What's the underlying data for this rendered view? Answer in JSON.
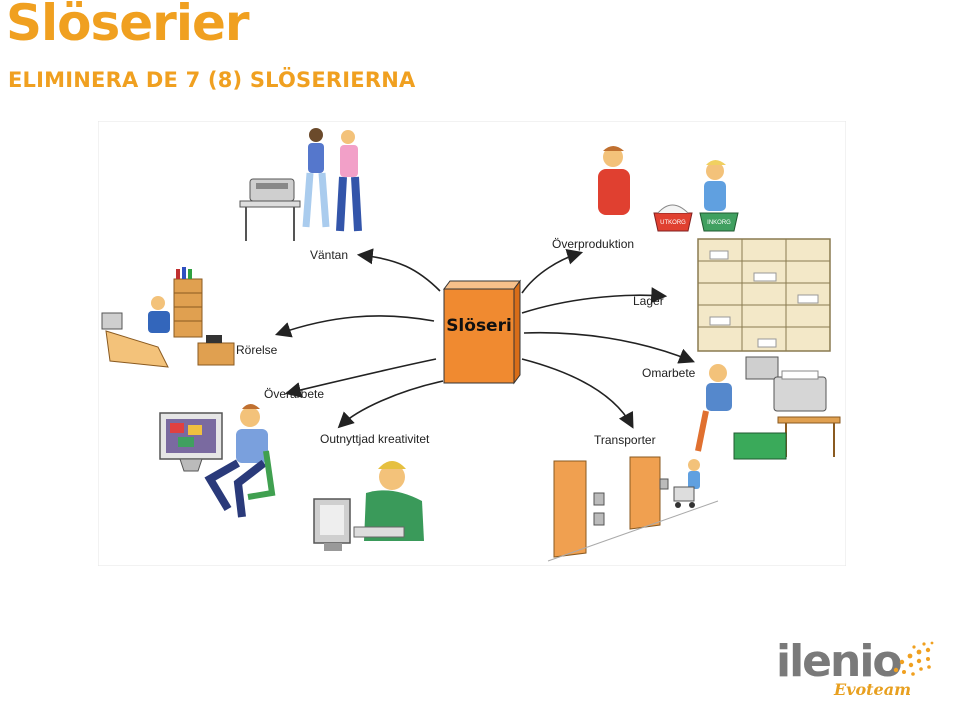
{
  "header": {
    "title": "Slöserier",
    "subtitle": "ELIMINERA DE 7 (8) SLÖSERIERNA"
  },
  "diagram": {
    "center": "Slöseri",
    "labels": {
      "vantan": "Väntan",
      "rorelse": "Rörelse",
      "overarbete": "Överarbete",
      "outnyttjad": "Outnyttjad kreativitet",
      "overproduktion": "Överproduktion",
      "lager": "Lager",
      "omarbete": "Omarbete",
      "transporter": "Transporter"
    },
    "boxes": {
      "left": "UTKORG",
      "right": "INKORG"
    }
  },
  "logo": {
    "word": "ilenio",
    "sub": "Evoteam"
  },
  "colors": {
    "accent": "#f0a020",
    "book": "#f08a30",
    "logo_gray": "#7a7a7a"
  }
}
